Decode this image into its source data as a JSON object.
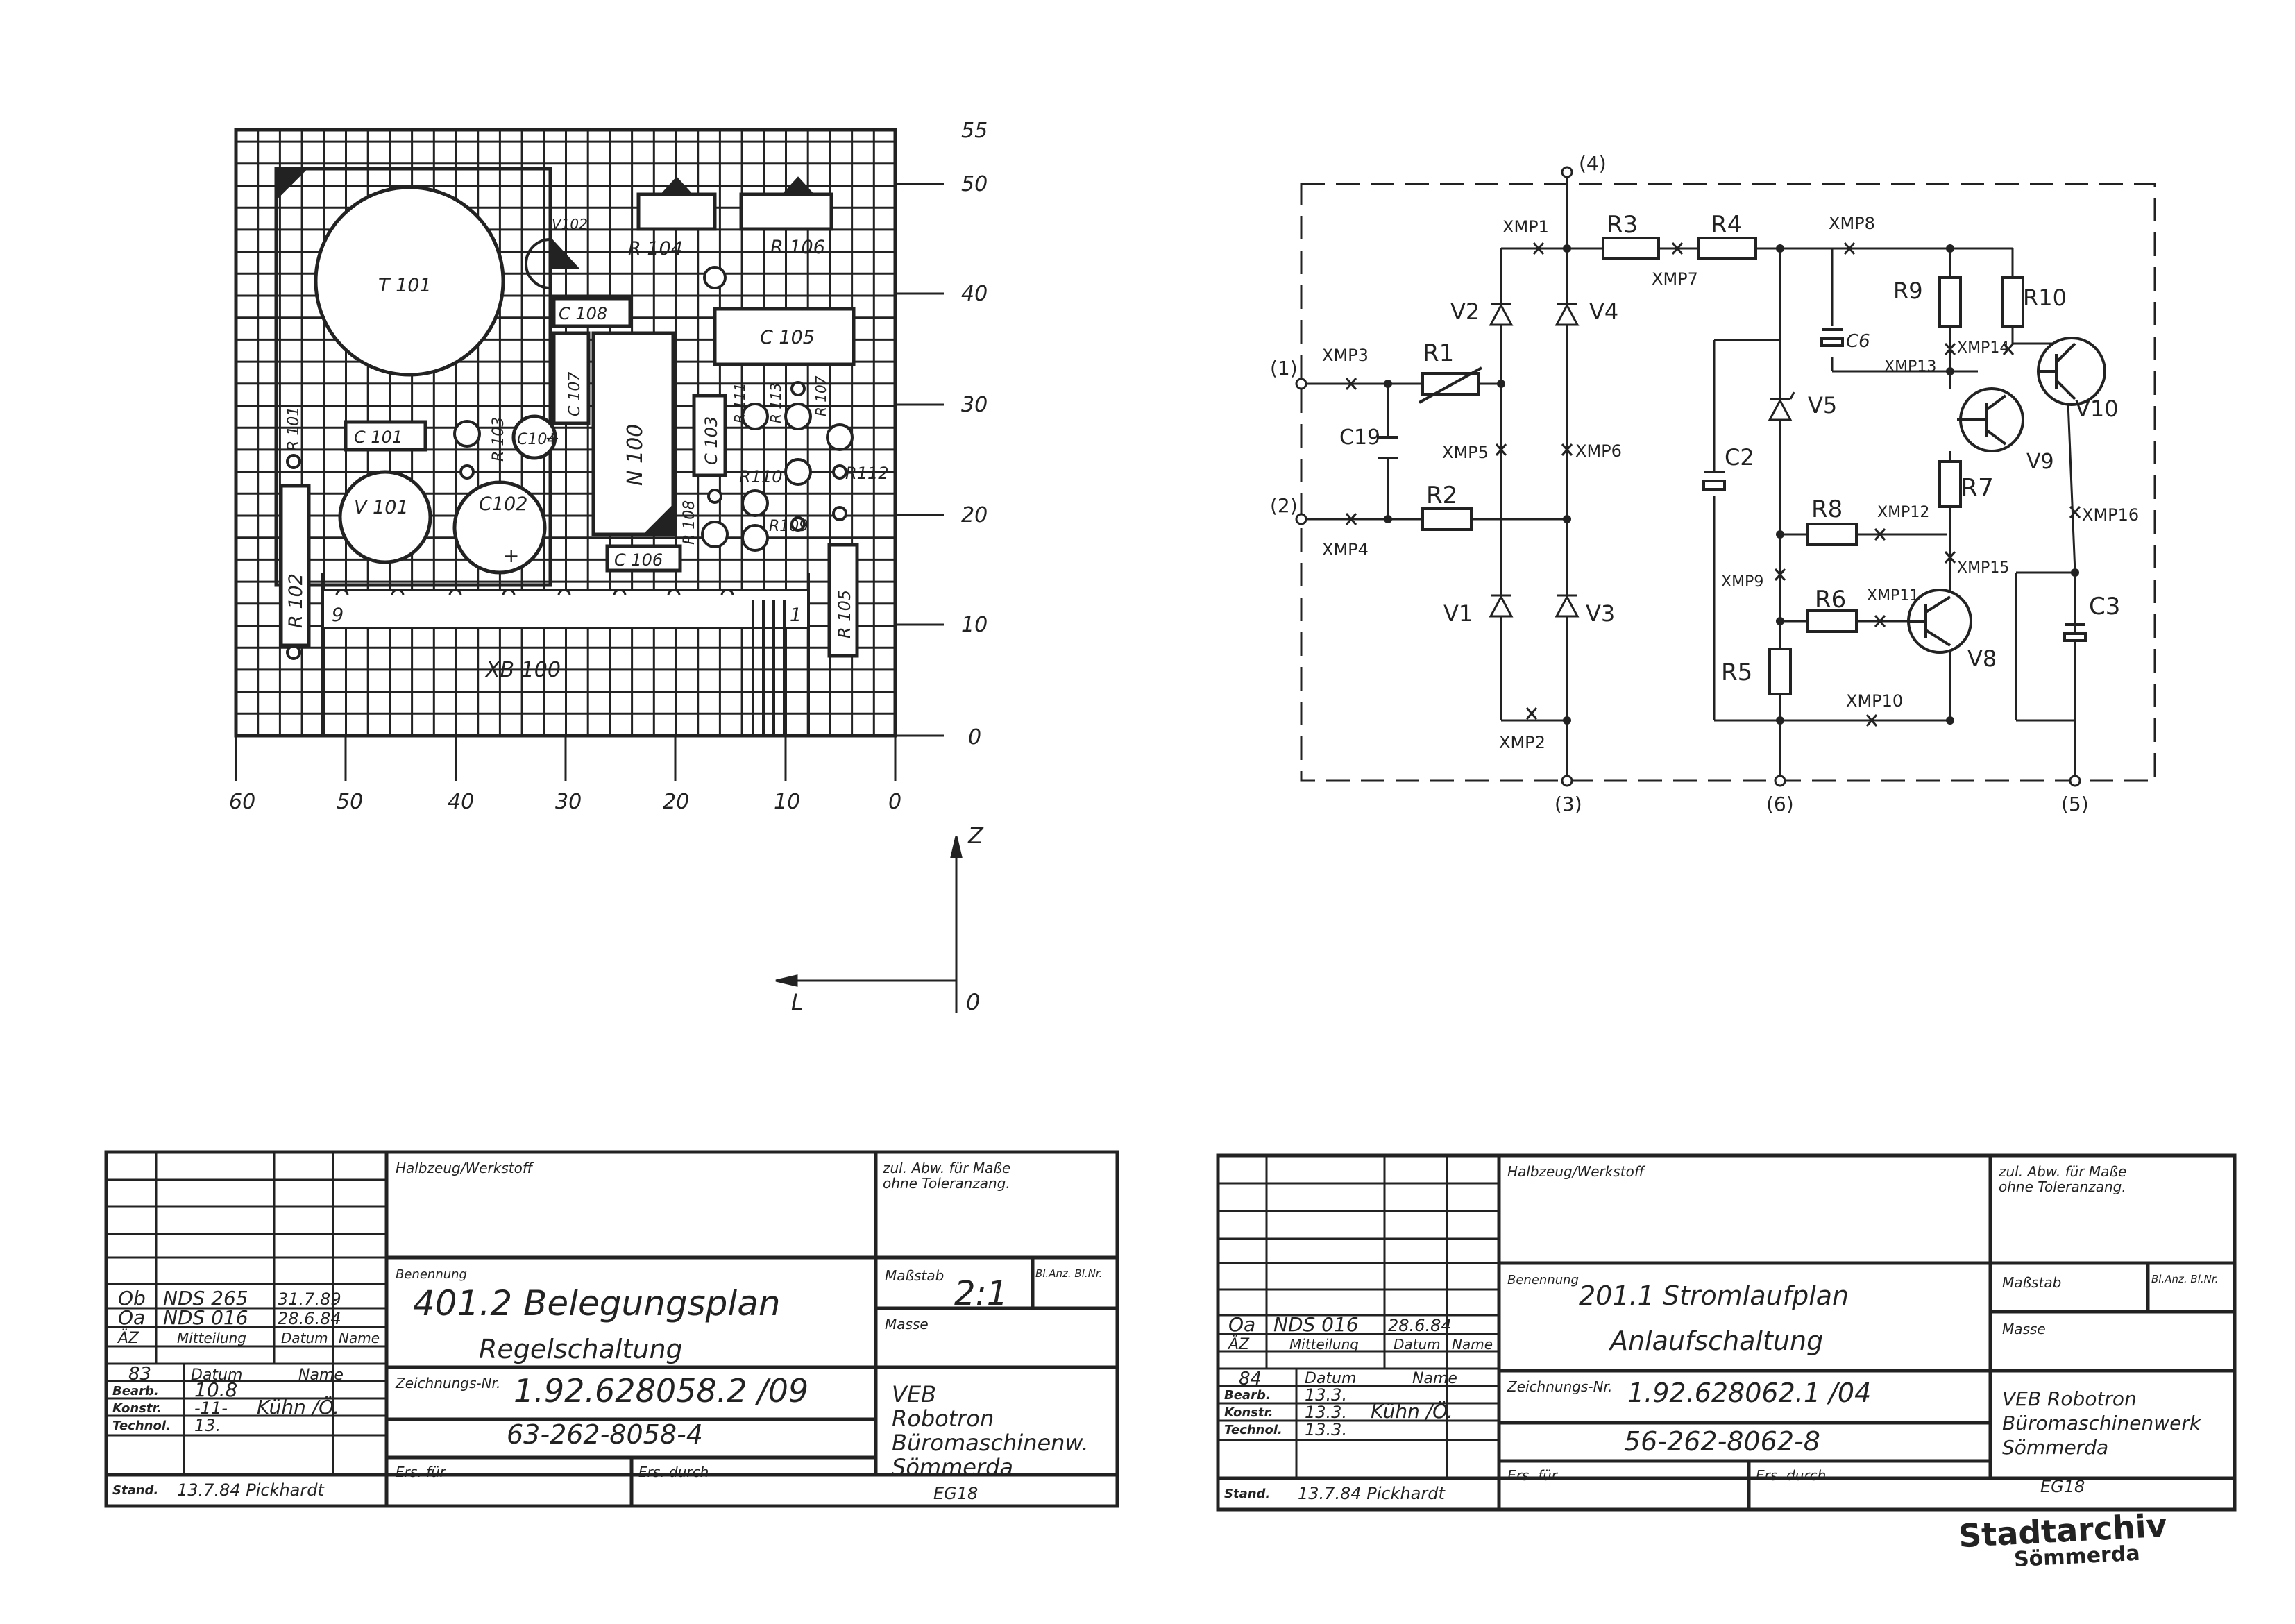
{
  "layout_plan": {
    "top_ticks": [
      "55",
      "50",
      "40",
      "30",
      "20",
      "10",
      "0"
    ],
    "bottom_ticks": [
      "60",
      "50",
      "40",
      "30",
      "20",
      "10",
      "0"
    ],
    "axis_z": "Z",
    "axis_l": "L",
    "axis_zero": "0",
    "components": {
      "t101": "T 101",
      "v102": "V102",
      "r104": "R 104",
      "r106": "R 106",
      "c108": "C 108",
      "c105": "C 105",
      "c107": "C 107",
      "r101": "R 101",
      "c101": "C 101",
      "r103": "R 103",
      "c104": "C104",
      "n100": "N 100",
      "r111": "R 111",
      "r113": "R 113",
      "r107": "R 107",
      "c103": "C 103",
      "r110": "R110",
      "r112": "R112",
      "v101": "V 101",
      "c102": "C102",
      "r108": "R 108",
      "r109": "R109",
      "c106": "C 106",
      "r102": "R 102",
      "r105": "R 105",
      "pin9": "9",
      "pin1": "1",
      "xb100": "XB 100"
    }
  },
  "circuit": {
    "nodes": {
      "n4": "(4)",
      "n1": "(1)",
      "n2": "(2)",
      "n3": "(3)",
      "n6": "(6)",
      "n5": "(5)"
    },
    "labels": {
      "xmp1": "XMP1",
      "r3": "R3",
      "r4": "R4",
      "xmp8": "XMP8",
      "xmp7": "XMP7",
      "r9": "R9",
      "r10": "R10",
      "v2": "V2",
      "v4": "V4",
      "xmp3": "XMP3",
      "r1": "R1",
      "c6": "C6",
      "xmp13": "XMP13",
      "xmp14": "XMP14",
      "v10": "V10",
      "v5": "V5",
      "c19": "C19",
      "xmp5": "XMP5",
      "xmp6": "XMP6",
      "c2": "C2",
      "v9": "V9",
      "r7": "R7",
      "r2": "R2",
      "r8": "R8",
      "xmp12": "XMP12",
      "xmp16": "XMP16",
      "xmp4": "XMP4",
      "xmp15": "XMP15",
      "xmp9": "XMP9",
      "xmp11": "XMP11",
      "r6": "R6",
      "v1": "V1",
      "v3": "V3",
      "c3": "C3",
      "v8": "V8",
      "r5": "R5",
      "xmp10": "XMP10",
      "xmp2": "XMP2"
    }
  },
  "title_block_left": {
    "halbzeug": "Halbzeug/Werkstoff",
    "zul": "zul. Abw. für Maße",
    "zul2": "ohne Toleranzang.",
    "benennung_label": "Benennung",
    "benennung": "401.2 Belegungsplan",
    "benennung2": "Regelschaltung",
    "massstab_label": "Maßstab",
    "massstab": "2:1",
    "blanz": "Bl.Anz. Bl.Nr.",
    "masse": "Masse",
    "rev_b_code": "Ob",
    "rev_b_doc": "NDS 265",
    "rev_b_date": "31.7.89",
    "rev_a_code": "Oa",
    "rev_a_doc": "NDS 016",
    "rev_a_date": "28.6.84",
    "az": "ÄZ",
    "mitteilung": "Mitteilung",
    "datum": "Datum",
    "name": "Name",
    "year": "83",
    "datum_h": "Datum",
    "name_h": "Name",
    "bearb": "Bearb.",
    "bearb_d": "10.8",
    "konstr": "Konstr.",
    "konstr_d": "-11-",
    "konstr_n": "Kühn /Ö.",
    "technol": "Technol.",
    "technol_d": "13.",
    "stand": "Stand.",
    "stand_v": "13.7.84 Pickhardt",
    "zeichnung_label": "Zeichnungs-Nr.",
    "zeichnung": "1.92.628058.2 /09",
    "zeichnung2": "63-262-8058-4",
    "ers_fuer": "Ers. für",
    "ers_durch": "Ers. durch",
    "org1": "VEB",
    "org2": "Robotron",
    "org3": "Büromaschinenw.",
    "org4": "Sömmerda",
    "org5": "EG18"
  },
  "title_block_right": {
    "halbzeug": "Halbzeug/Werkstoff",
    "zul": "zul. Abw. für Maße",
    "zul2": "ohne Toleranzang.",
    "benennung_label": "Benennung",
    "benennung": "201.1 Stromlaufplan",
    "benennung2": "Anlaufschaltung",
    "massstab_label": "Maßstab",
    "blanz": "Bl.Anz. Bl.Nr.",
    "masse": "Masse",
    "rev_a_code": "Oa",
    "rev_a_doc": "NDS 016",
    "rev_a_date": "28.6.84",
    "az": "ÄZ",
    "mitteilung": "Mitteilung",
    "datum": "Datum",
    "name": "Name",
    "year": "84",
    "datum_h": "Datum",
    "name_h": "Name",
    "bearb": "Bearb.",
    "bearb_d": "13.3.",
    "konstr": "Konstr.",
    "konstr_d": "13.3.",
    "konstr_n": "Kühn /Ö.",
    "technol": "Technol.",
    "technol_d": "13.3.",
    "stand": "Stand.",
    "stand_v": "13.7.84 Pickhardt",
    "zeichnung_label": "Zeichnungs-Nr.",
    "zeichnung": "1.92.628062.1 /04",
    "zeichnung2": "56-262-8062-8",
    "ers_fuer": "Ers. für",
    "ers_durch": "Ers. durch",
    "org1": "VEB Robotron",
    "org2": "Büromaschinenwerk",
    "org3": "Sömmerda",
    "org4": "EG18"
  },
  "stamp": {
    "line1": "Stadtarchiv",
    "line2": "Sömmerda"
  }
}
